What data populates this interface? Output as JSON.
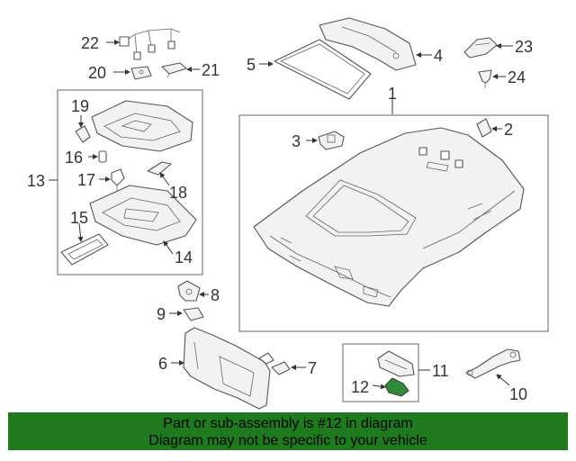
{
  "callouts": {
    "c1": "1",
    "c2": "2",
    "c3": "3",
    "c4": "4",
    "c5": "5",
    "c6": "6",
    "c7": "7",
    "c8": "8",
    "c9": "9",
    "c10": "10",
    "c11": "11",
    "c12": "12",
    "c13": "13",
    "c14": "14",
    "c15": "15",
    "c16": "16",
    "c17": "17",
    "c18": "18",
    "c19": "19",
    "c20": "20",
    "c21": "21",
    "c22": "22",
    "c23": "23",
    "c24": "24"
  },
  "highlight": {
    "part": "12",
    "color": "#2e8b3a"
  },
  "banner": {
    "line1": "Part or sub-assembly is #12 in diagram",
    "line2": "Diagram may not be specific to your vehicle",
    "color": "#1f7a1f"
  }
}
